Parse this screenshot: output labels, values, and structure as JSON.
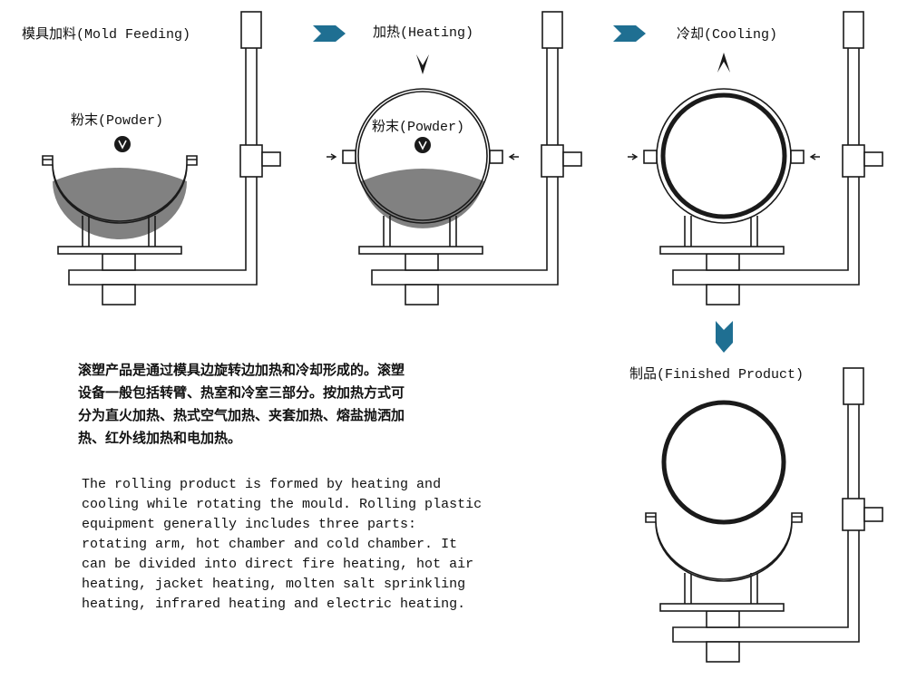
{
  "labels": {
    "stage1": "模具加料(Mold Feeding)",
    "stage2": "加热(Heating)",
    "stage3": "冷却(Cooling)",
    "stage4": "制品(Finished Product)",
    "powder1": "粉末(Powder)",
    "powder2": "粉末(Powder)"
  },
  "description_cn": [
    "滚塑产品是通过模具边旋转边加热和冷却形成的。滚塑",
    "设备一般包括转臂、热室和冷室三部分。按加热方式可",
    "分为直火加热、热式空气加热、夹套加热、熔盐抛洒加",
    "热、红外线加热和电加热。"
  ],
  "description_en": [
    "The rolling product is formed by heating and",
    "cooling while rotating the mould. Rolling plastic",
    "equipment generally includes three parts:",
    "rotating arm, hot chamber and cold chamber. It",
    "can be divided into direct fire heating, hot air",
    "heating, jacket heating, molten salt sprinkling",
    "heating, infrared heating and electric heating."
  ],
  "colors": {
    "line": "#1a1a1a",
    "arrow": "#1f6f92",
    "powder": "#1a1a1a"
  }
}
